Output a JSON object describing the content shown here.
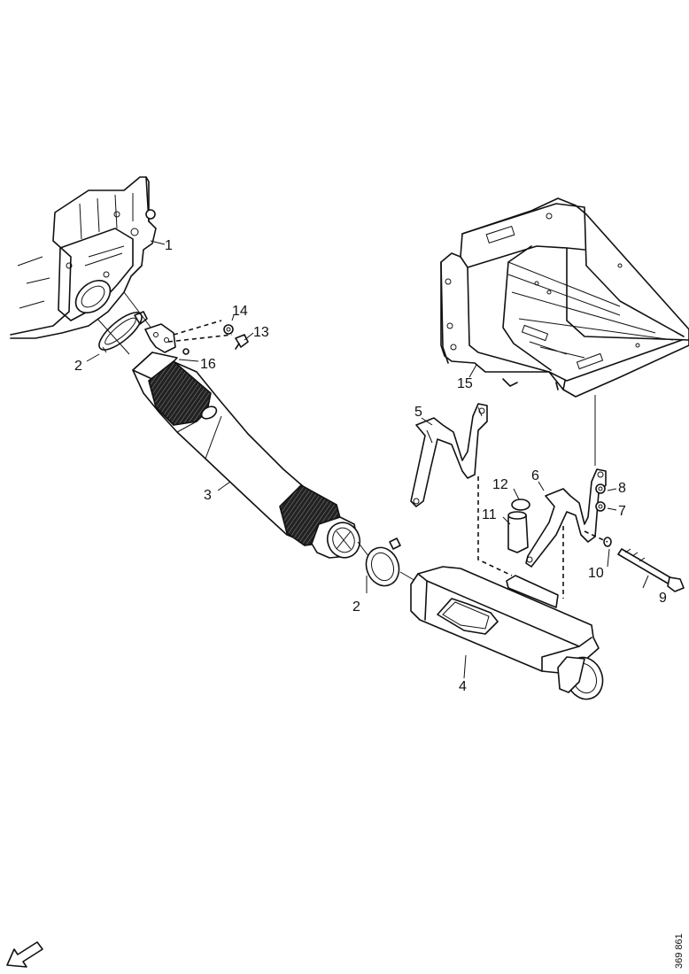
{
  "callouts": {
    "c1": "1",
    "c2a": "2",
    "c2b": "2",
    "c3": "3",
    "c4": "4",
    "c5": "5",
    "c6": "6",
    "c7": "7",
    "c8": "8",
    "c9": "9",
    "c10": "10",
    "c11": "11",
    "c12": "12",
    "c13": "13",
    "c14": "14",
    "c15": "15",
    "c16": "16"
  },
  "reference": "369 861",
  "icons": {
    "direction": "arrow-left-down-icon"
  }
}
